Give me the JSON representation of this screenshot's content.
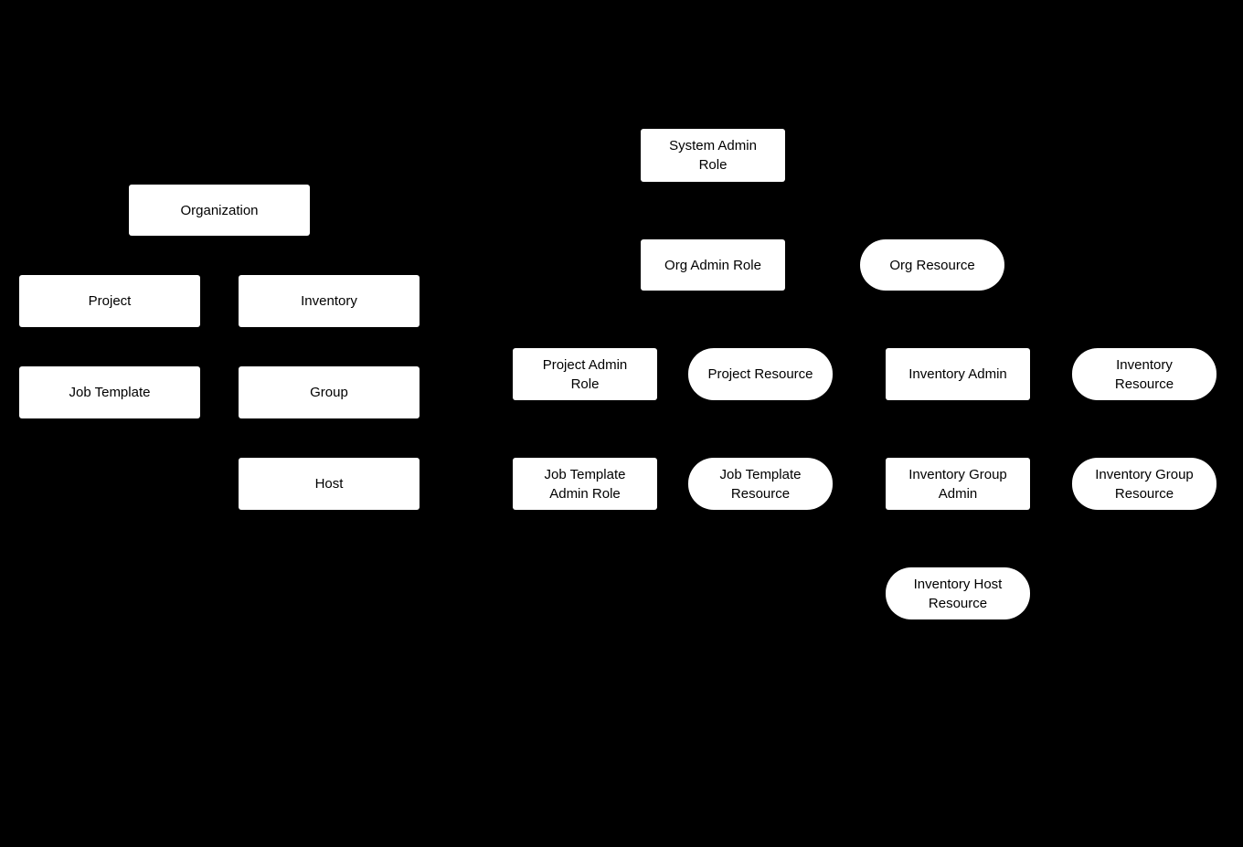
{
  "diagram": {
    "kind": "rbac-hierarchy-diagram",
    "colors": {
      "background": "#000000",
      "node_fill": "#ffffff",
      "node_text": "#000000"
    },
    "nodes": [
      {
        "id": "organization",
        "label": "Organization",
        "shape": "rect"
      },
      {
        "id": "project",
        "label": "Project",
        "shape": "rect"
      },
      {
        "id": "inventory",
        "label": "Inventory",
        "shape": "rect"
      },
      {
        "id": "job-template",
        "label": "Job Template",
        "shape": "rect"
      },
      {
        "id": "group",
        "label": "Group",
        "shape": "rect"
      },
      {
        "id": "host",
        "label": "Host",
        "shape": "rect"
      },
      {
        "id": "system-admin-role",
        "label": "System Admin\nRole",
        "shape": "rect"
      },
      {
        "id": "org-admin-role",
        "label": "Org Admin Role",
        "shape": "rect"
      },
      {
        "id": "org-resource",
        "label": "Org Resource",
        "shape": "pill"
      },
      {
        "id": "project-admin-role",
        "label": "Project Admin\nRole",
        "shape": "rect"
      },
      {
        "id": "project-resource",
        "label": "Project Resource",
        "shape": "pill"
      },
      {
        "id": "inventory-admin",
        "label": "Inventory Admin",
        "shape": "rect"
      },
      {
        "id": "inventory-resource",
        "label": "Inventory\nResource",
        "shape": "pill"
      },
      {
        "id": "job-template-admin-role",
        "label": "Job Template\nAdmin Role",
        "shape": "rect"
      },
      {
        "id": "job-template-resource",
        "label": "Job Template\nResource",
        "shape": "pill"
      },
      {
        "id": "inventory-group-admin",
        "label": "Inventory Group\nAdmin",
        "shape": "rect"
      },
      {
        "id": "inventory-group-resource",
        "label": "Inventory Group\nResource",
        "shape": "pill"
      },
      {
        "id": "inventory-host-resource",
        "label": "Inventory Host\nResource",
        "shape": "pill"
      }
    ]
  }
}
